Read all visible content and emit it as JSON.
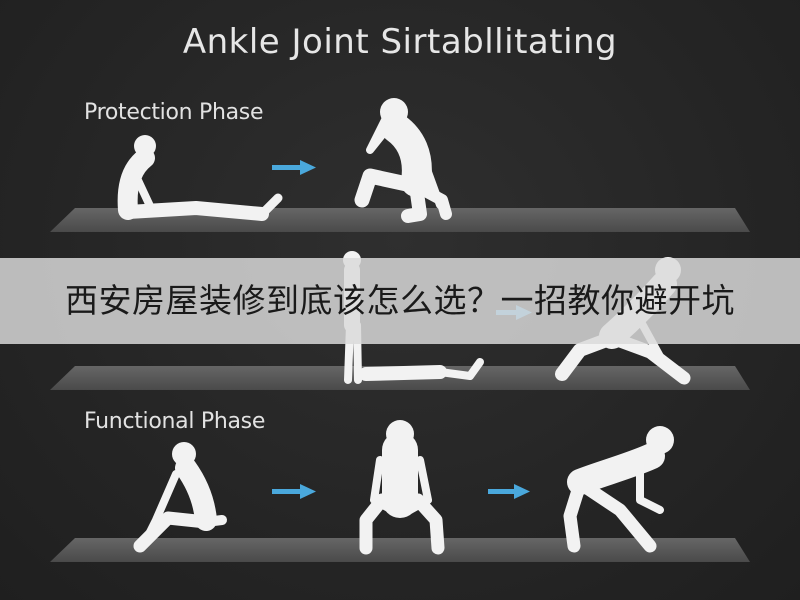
{
  "title": "Ankle Joint Sirtabllitating",
  "phases": [
    {
      "label": "Protection Phase"
    },
    {
      "label": ""
    },
    {
      "label": "Functional Phase"
    }
  ],
  "overlay_banner": {
    "text": "西安房屋装修到底该怎么选？一招教你避开坑"
  },
  "colors": {
    "background": "#262626",
    "floor": "#555555",
    "arrow": "#4aa8dc",
    "figure": "#f2f2f2",
    "banner": "#dadada"
  },
  "icons": {
    "arrow": "arrow-right-icon"
  }
}
